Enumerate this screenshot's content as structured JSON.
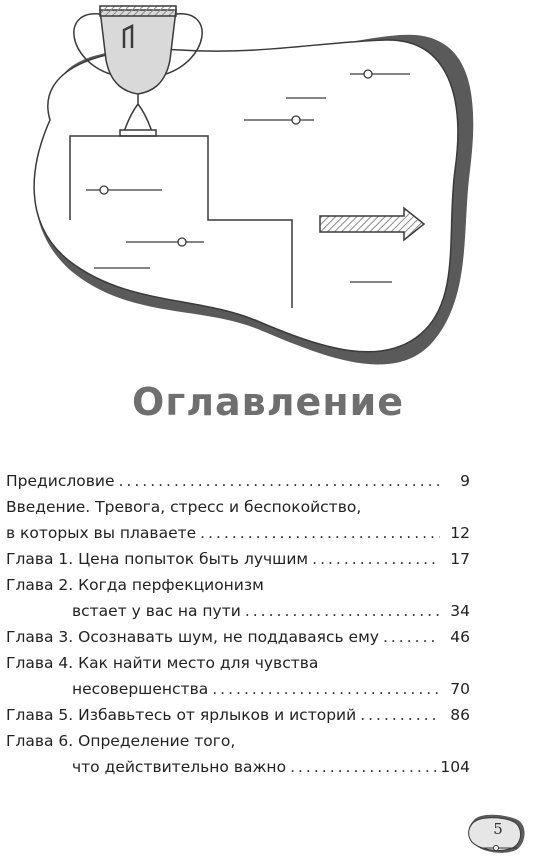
{
  "title": "Оглавление",
  "illustration": {
    "trophy_number": "1",
    "icons": [
      "trophy-icon",
      "arrow-right-icon",
      "podium-stairs-icon"
    ]
  },
  "toc": [
    {
      "lines": [
        "Предисловие"
      ],
      "page": "9",
      "indent_second": false
    },
    {
      "lines": [
        "Введение. Тревога, стресс и беспокойство,",
        "в которых вы плаваете"
      ],
      "page": "12",
      "indent_second": false
    },
    {
      "lines": [
        "Глава 1. Цена попыток быть лучшим"
      ],
      "page": "17",
      "indent_second": false
    },
    {
      "lines": [
        "Глава 2. Когда перфекционизм",
        "встает у вас на пути"
      ],
      "page": "34",
      "indent_second": true
    },
    {
      "lines": [
        "Глава 3. Осознавать шум, не поддаваясь ему"
      ],
      "page": "46",
      "indent_second": false
    },
    {
      "lines": [
        "Глава 4. Как найти место для чувства",
        "несовершенства"
      ],
      "page": "70",
      "indent_second": true
    },
    {
      "lines": [
        "Глава 5. Избавьтесь от ярлыков и историй"
      ],
      "page": "86",
      "indent_second": false
    },
    {
      "lines": [
        "Глава 6. Определение того,",
        "что действительно важно"
      ],
      "page": "104",
      "indent_second": true
    }
  ],
  "page_number": "5",
  "colors": {
    "blob_dark": "#5a5a5a",
    "title_gray": "#6f6f6f",
    "stroke": "#3a3a3a",
    "hatch": "#9a9a9a"
  }
}
